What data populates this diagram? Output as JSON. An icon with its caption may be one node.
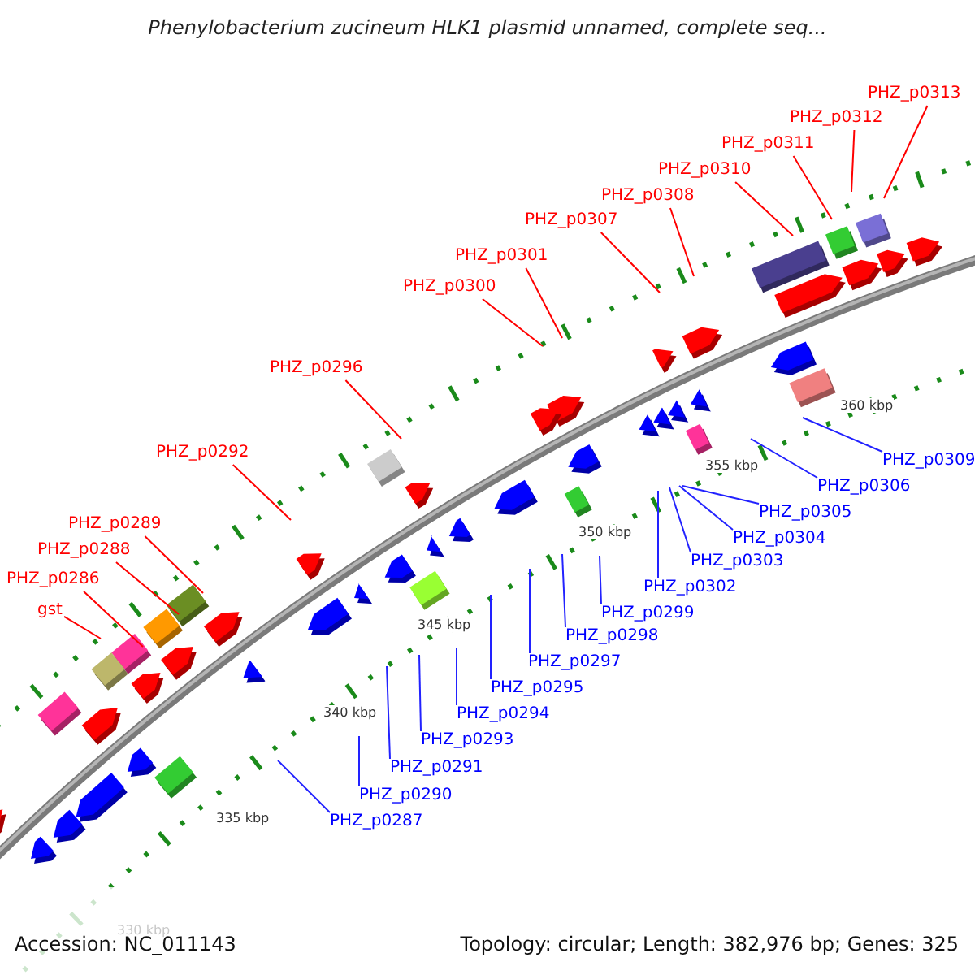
{
  "diagram": {
    "title": "Phenylobacterium zucineum HLK1 plasmid unnamed, complete seq...",
    "nodes": [
      {
        "text": [
          "PHZ_p0313"
        ]
      },
      {
        "text": [
          "PHZ_p0312"
        ]
      },
      {
        "text": [
          "PHZ_p0311"
        ]
      },
      {
        "text": [
          "PHZ_p0310"
        ]
      },
      {
        "text": [
          "PHZ_p0308"
        ]
      },
      {
        "text": [
          "PHZ_p0307"
        ]
      },
      {
        "text": [
          "PHZ_p0301"
        ]
      },
      {
        "text": [
          "PHZ_p0300"
        ]
      },
      {
        "text": [
          "PHZ_p0296"
        ]
      },
      {
        "text": [
          "PHZ_p0292"
        ]
      },
      {
        "text": [
          "PHZ_p0289"
        ]
      },
      {
        "text": [
          "PHZ_p0288"
        ]
      },
      {
        "text": [
          "PHZ_p0286"
        ]
      },
      {
        "text": [
          "gst"
        ]
      },
      {
        "text": [
          "PHZ_p0309"
        ]
      },
      {
        "text": [
          "PHZ_p0306"
        ]
      },
      {
        "text": [
          "PHZ_p0305"
        ]
      },
      {
        "text": [
          "PHZ_p0304"
        ]
      },
      {
        "text": [
          "PHZ_p0303"
        ]
      },
      {
        "text": [
          "PHZ_p0302"
        ]
      },
      {
        "text": [
          "PHZ_p0299"
        ]
      },
      {
        "text": [
          "PHZ_p0298"
        ]
      },
      {
        "text": [
          "PHZ_p0297"
        ]
      },
      {
        "text": [
          "PHZ_p0295"
        ]
      },
      {
        "text": [
          "PHZ_p0294"
        ]
      },
      {
        "text": [
          "PHZ_p0293"
        ]
      },
      {
        "text": [
          "PHZ_p0291"
        ]
      },
      {
        "text": [
          "PHZ_p0290"
        ]
      },
      {
        "text": [
          "PHZ_p0287"
        ]
      }
    ],
    "edges": [
      {
        "from": 0,
        "to": null,
        "arrow": "none",
        "color": "#ff0000"
      },
      {
        "from": 1,
        "to": null,
        "arrow": "none",
        "color": "#ff0000"
      },
      {
        "from": 2,
        "to": null,
        "arrow": "none",
        "color": "#ff0000"
      },
      {
        "from": 3,
        "to": null,
        "arrow": "none",
        "color": "#ff0000"
      },
      {
        "from": 4,
        "to": null,
        "arrow": "none",
        "color": "#ff0000"
      },
      {
        "from": 5,
        "to": null,
        "arrow": "none",
        "color": "#ff0000"
      },
      {
        "from": 6,
        "to": null,
        "arrow": "none",
        "color": "#ff0000"
      },
      {
        "from": 7,
        "to": null,
        "arrow": "none",
        "color": "#ff0000"
      },
      {
        "from": 8,
        "to": null,
        "arrow": "none",
        "color": "#ff0000"
      },
      {
        "from": 9,
        "to": null,
        "arrow": "none",
        "color": "#ff0000"
      },
      {
        "from": 10,
        "to": null,
        "arrow": "none",
        "color": "#ff0000"
      },
      {
        "from": 11,
        "to": null,
        "arrow": "none",
        "color": "#ff0000"
      },
      {
        "from": 12,
        "to": null,
        "arrow": "none",
        "color": "#ff0000"
      },
      {
        "from": 13,
        "to": null,
        "arrow": "none",
        "color": "#ff0000"
      },
      {
        "from": 14,
        "to": null,
        "arrow": "none"
      },
      {
        "from": 15,
        "to": null,
        "arrow": "none"
      },
      {
        "from": 16,
        "to": null,
        "arrow": "none"
      },
      {
        "from": 17,
        "to": null,
        "arrow": "none"
      },
      {
        "from": 18,
        "to": null,
        "arrow": "none"
      },
      {
        "from": 19,
        "to": null,
        "arrow": "none"
      },
      {
        "from": 20,
        "to": null,
        "arrow": "none"
      },
      {
        "from": 21,
        "to": null,
        "arrow": "none"
      },
      {
        "from": 22,
        "to": null,
        "arrow": "none"
      },
      {
        "from": 23,
        "to": null,
        "arrow": "none"
      },
      {
        "from": 24,
        "to": null,
        "arrow": "none"
      },
      {
        "from": 25,
        "to": null,
        "arrow": "none"
      },
      {
        "from": 26,
        "to": null,
        "arrow": "none"
      },
      {
        "from": 27,
        "to": null,
        "arrow": "none"
      },
      {
        "from": 28,
        "to": null,
        "arrow": "none"
      }
    ],
    "labels": [
      "360 kbp",
      "355 kbp",
      "350 kbp",
      "345 kbp",
      "340 kbp",
      "335 kbp",
      "330 kbp",
      "Accession: NC_011143",
      "Topology: circular; Length: 382,976 bp; Genes: 325"
    ]
  }
}
